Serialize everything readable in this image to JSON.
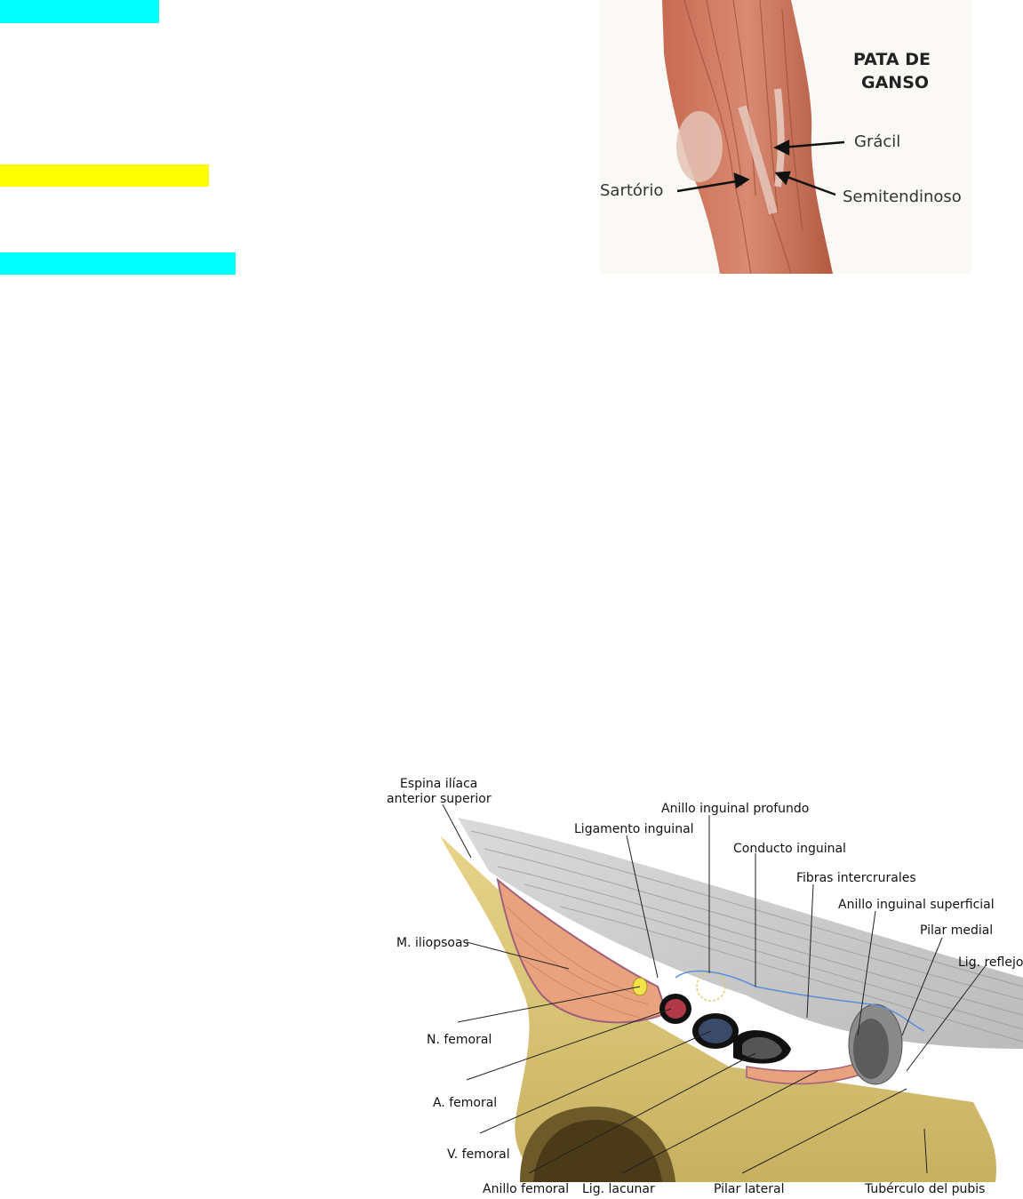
{
  "highlights": [
    {
      "color": "#00ffff"
    },
    {
      "color": "#ffff00"
    },
    {
      "color": "#00ffff"
    }
  ],
  "knee_figure": {
    "title_line1": "PATA DE",
    "title_line2": "GANSO",
    "labels": {
      "gracil": "Grácil",
      "sartorio": "Sartório",
      "semitendinoso": "Semitendinoso"
    }
  },
  "inguinal_figure": {
    "labels": {
      "espina_line1": "Espina ilíaca",
      "espina_line2": "anterior superior",
      "anillo_profundo": "Anillo inguinal profundo",
      "ligamento_inguinal": "Ligamento inguinal",
      "conducto_inguinal": "Conducto inguinal",
      "fibras_intercrurales": "Fibras intercrurales",
      "anillo_superficial": "Anillo inguinal superficial",
      "pilar_medial": "Pilar medial",
      "lig_reflejo": "Lig. reflejo",
      "m_iliopsoas": "M. iliopsoas",
      "n_femoral": "N. femoral",
      "a_femoral": "A. femoral",
      "v_femoral": "V. femoral",
      "anillo_femoral": "Anillo femoral",
      "lig_lacunar": "Lig. lacunar",
      "pilar_lateral": "Pilar lateral",
      "tuberculo_pubis": "Tubérculo del pubis"
    }
  }
}
